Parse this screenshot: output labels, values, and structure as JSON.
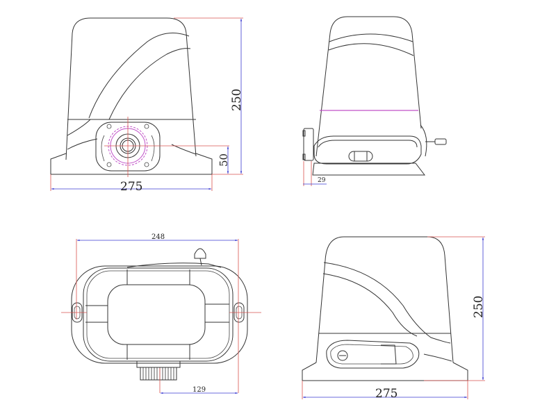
{
  "views": {
    "front": {
      "width_label": "275",
      "height_label": "250",
      "axis_height_label": "50"
    },
    "side": {
      "offset_label": "29"
    },
    "top": {
      "width_label": "248",
      "offset_label": "129"
    },
    "rear": {
      "width_label": "275",
      "height_label": "250"
    }
  },
  "colors": {
    "outline": "#333333",
    "dimension_line": "#3a3ad0",
    "extension_line": "#d9534f",
    "gear": "#c050c8"
  }
}
